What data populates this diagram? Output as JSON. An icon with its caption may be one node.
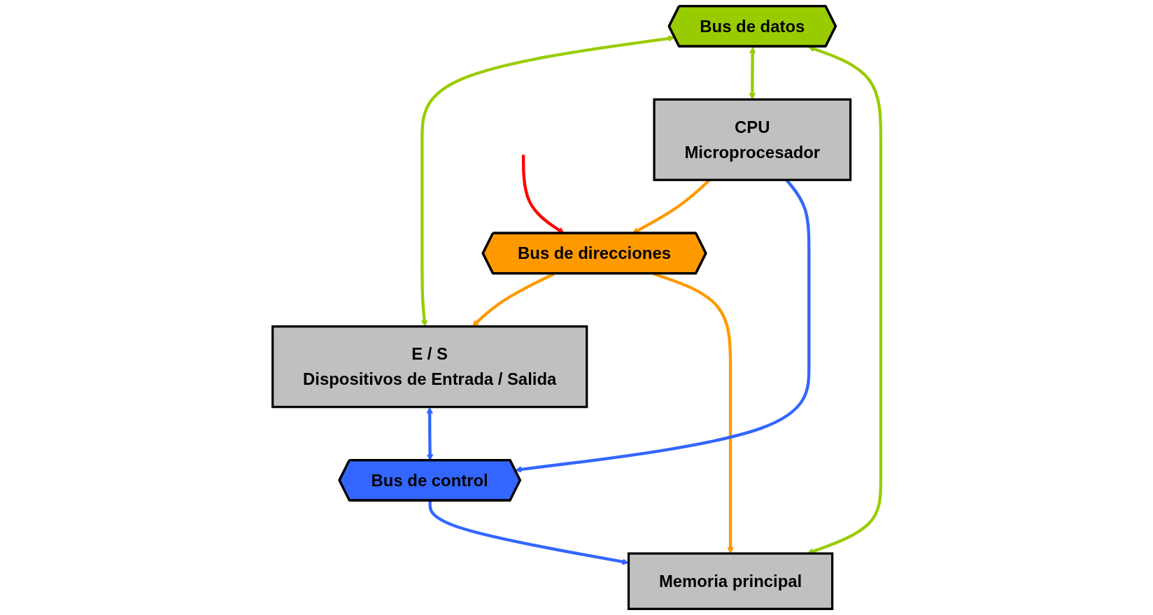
{
  "diagram": {
    "nodes": [
      {
        "text": [
          "Bus de direcciones"
        ]
      },
      {
        "text": [
          "Bus de datos"
        ]
      },
      {
        "text": [
          "E / S",
          "Dispositivos de Entrada / Salida"
        ]
      },
      {
        "text": [
          "CPU",
          "Microprocesador"
        ]
      },
      {
        "text": [
          "Memoria principal"
        ]
      },
      {
        "text": [
          "Bus de control"
        ]
      }
    ],
    "edges": [
      {
        "from": null,
        "to": 0,
        "arrow": "to",
        "color": "#ff0000"
      },
      {
        "from": 0,
        "to": 2,
        "arrow": "to",
        "color": "#ff9900"
      },
      {
        "from": 3,
        "to": 0,
        "arrow": "to",
        "color": "#ff9900"
      },
      {
        "from": 0,
        "to": 4,
        "arrow": "to",
        "color": "#ff9900"
      },
      {
        "from": 1,
        "to": 2,
        "arrow": "both",
        "color": "#99cc00"
      },
      {
        "from": 1,
        "to": 3,
        "arrow": "both",
        "color": "#99cc00"
      },
      {
        "from": 1,
        "to": 4,
        "arrow": "both",
        "color": "#99cc00"
      },
      {
        "from": 2,
        "to": 5,
        "arrow": "both",
        "color": "#3366ff"
      },
      {
        "from": 3,
        "to": 5,
        "arrow": "to",
        "color": "#3366ff"
      },
      {
        "from": 5,
        "to": 4,
        "arrow": "to",
        "color": "#3366ff"
      }
    ]
  }
}
